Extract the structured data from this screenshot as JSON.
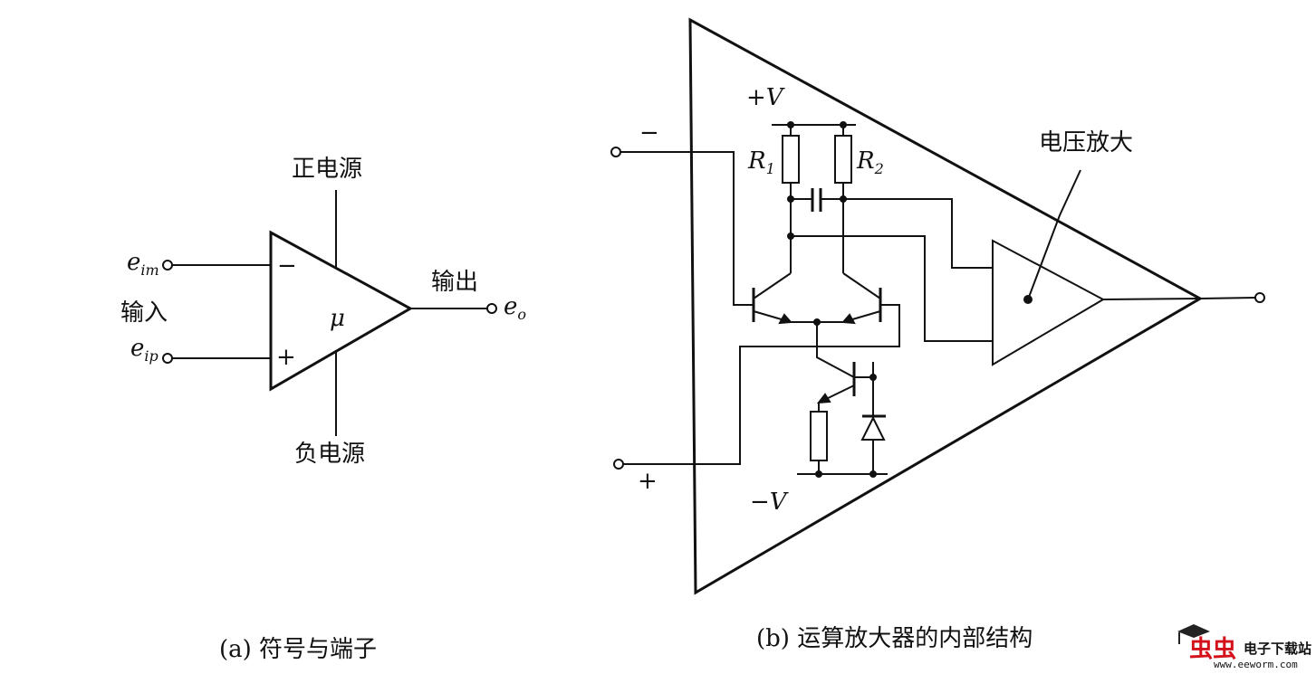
{
  "symbol": {
    "label_positive_supply": "正电源",
    "label_negative_supply": "负电源",
    "label_input": "输入",
    "label_output": "输出",
    "minus_sign": "−",
    "plus_sign": "+",
    "gain_symbol": "μ",
    "input_inverting": {
      "letter": "e",
      "subscript": "im"
    },
    "input_noninverting": {
      "letter": "e",
      "subscript": "ip"
    },
    "output": {
      "letter": "e",
      "subscript": "o"
    },
    "caption": "(a) 符号与端子"
  },
  "internal": {
    "minus_sign": "−",
    "plus_sign": "+",
    "supply_positive": "+V",
    "supply_negative": "−V",
    "resistor_1": {
      "letter": "R",
      "subscript": "1"
    },
    "resistor_2": {
      "letter": "R",
      "subscript": "2"
    },
    "voltage_amp_label": "电压放大",
    "caption": "(b) 运算放大器的内部结构"
  },
  "watermark": {
    "brand": "虫虫",
    "site_name": "电子下载站",
    "url": "www.eeworm.com"
  },
  "colors": {
    "line": "#111111",
    "watermark_red": "#d4101b"
  }
}
